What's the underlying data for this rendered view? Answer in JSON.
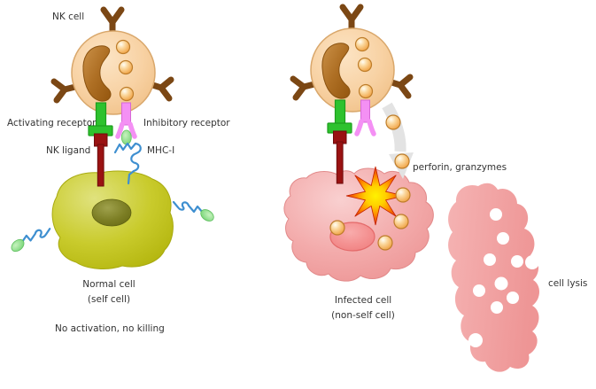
{
  "figure": {
    "left_panel": {
      "nk_cell_label": "NK cell",
      "activating_receptor_label": "Activating receptor",
      "inhibitory_receptor_label": "Inhibitory receptor",
      "nk_ligand_label": "NK ligand",
      "mhc_i_label": "MHC-I",
      "cell_name": "Normal cell",
      "cell_subtitle": "(self cell)",
      "outcome": "No activation, no killing"
    },
    "right_panel": {
      "secretion_label": "perforin, granzymes",
      "cell_name": "Infected cell",
      "cell_subtitle": "(non-self cell)",
      "outcome": "cell lysis"
    }
  },
  "colors": {
    "background": "#FFFFFF",
    "label_text": "#333333",
    "nk_cell_body": "#F8D2A4",
    "nk_cell_outline": "#D9A76B",
    "nk_nucleus_brown": "#AE6F24",
    "granule_orange": "#F0A142",
    "membrane_receptor_brown": "#7B4714",
    "activating_receptor_green": "#2EC22E",
    "nk_ligand_dark_red": "#9A1212",
    "inhibitory_receptor_pink": "#F490F4",
    "mhc_peptide_green": "#6FD26F",
    "mhc_chain_blue": "#3E8FD0",
    "normal_cell_olive": "#C9CB2C",
    "normal_cell_nucleus_olive": "#7C7E24",
    "infected_cell_pink": "#F3ABAB",
    "infected_cell_nucleus_pink": "#F49090",
    "starburst_outer_red": "#E03000",
    "starburst_core_yellow": "#FFF200",
    "perforin_arrow_gray": "#E3E3E3",
    "lysed_cell_pink": "#EE9595"
  }
}
